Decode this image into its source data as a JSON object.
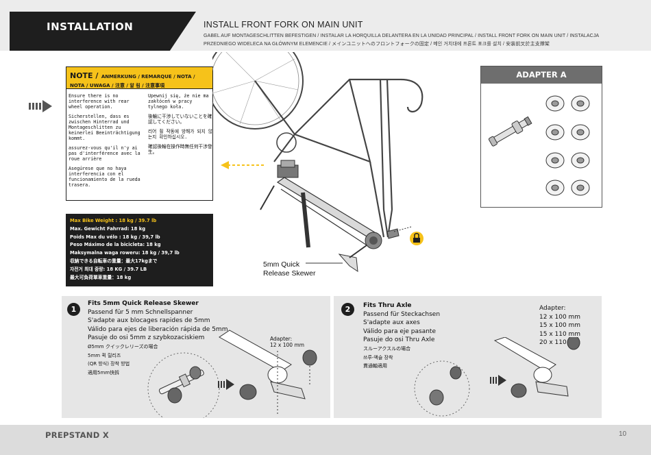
{
  "header": {
    "section": "INSTALLATION",
    "title": "INSTALL FRONT FORK ON MAIN UNIT",
    "subtitle_line1": "GABEL AUF MONTAGESCHLITTEN BEFESTIGEN / INSTALAR LA HORQUILLA DELANTERA EN LA UNIDAD PRINCIPAL / INSTALL FRONT FORK ON MAIN UNIT / INSTALACJA",
    "subtitle_line2": "PRZEDNIEGO WIDELECA NA GŁÓWNYM ELEMENCIE / メインユニットへのフロントフォークの固定 / 메인 거치대에 프론트 포크를 설치 / 安装前叉於主支撑架"
  },
  "note": {
    "title": "NOTE /",
    "langs_line1": "ANMERKUNG / REMARQUE / NOTA /",
    "langs_line2": "NOTA / UWAGA / 注意 / 알 림 / 注意事項",
    "left": [
      "Ensure there is no interference with rear wheel operation.",
      "Sicherstellen, dass es zwischen Hinterrad und Montageschlitten zu keinerlei Beeinträchtigung kommt.",
      "assurez-vous qu'il n'y ai pas d'interférence avec la roue arrière",
      "Asegúrese que no haya interferencia con el funcionamiento de la rueda trasera."
    ],
    "right": [
      "Upewnij się, że nie ma zakłóceń w pracy tylnego koła.",
      "後輪に干渉していないことを確認してください。",
      "리어 휠 작동에 방해가 되지 않는지 확인하십시오.",
      "確認後輪在操作時無任何干涉發生。"
    ]
  },
  "weight": [
    "Max Bike Weight : 18 kg / 39.7 lb",
    "Max. Gewicht Fahrrad: 18 kg",
    "Poids Max du vélo : 18 kg / 39,7 lb",
    "Peso Máximo de la bicicleta: 18 kg",
    "Maksymalna waga roweru: 18 kg / 39,7 lb",
    "収納できる自転車の重量：最大17kgまで",
    "자전거 최대 중량: 18 KG / 39.7 LB",
    "最大可負荷單車重量：18 kg"
  ],
  "adapter_a": {
    "title": "ADAPTER A"
  },
  "main_label": {
    "line1": "5mm Quick",
    "line2": "Release Skewer"
  },
  "step1": {
    "number": "1",
    "lines": [
      "Fits 5mm Quick Release Skewer",
      "Passend für 5 mm Schnellspanner",
      "S'adapte aux blocages rapides de 5mm",
      "Válido para ejes de liberación rápida de 5mm",
      "Pasuje do osi 5mm z szybkozaciskiem",
      "Ø5mm クイックレリーズの場合",
      "5mm 퀵 릴리즈",
      "(QR 방식) 장착 방법",
      "適用5mm快拆"
    ],
    "adapter_label": "Adapter:",
    "adapter_value": "12 x 100 mm"
  },
  "step2": {
    "number": "2",
    "lines": [
      "Fits Thru Axle",
      "Passend für Steckachsen",
      "S'adapte aux axes",
      "Válido para eje pasante",
      "Pasuje do osi Thru Axle",
      "スルーアクスルの場合",
      "쓰루-액슬 장착",
      "貫通軸適用"
    ],
    "adapter_label": "Adapter:",
    "adapter_sizes": [
      "12 x 100 mm",
      "15 x 100 mm",
      "15 x 110 mm",
      "20 x 110 mm"
    ]
  },
  "footer": {
    "brand": "PREPSTAND X",
    "page": "10"
  },
  "colors": {
    "accent_yellow": "#f6c21a",
    "dark": "#1e1e1e",
    "panel_gray": "#e6e6e6"
  }
}
